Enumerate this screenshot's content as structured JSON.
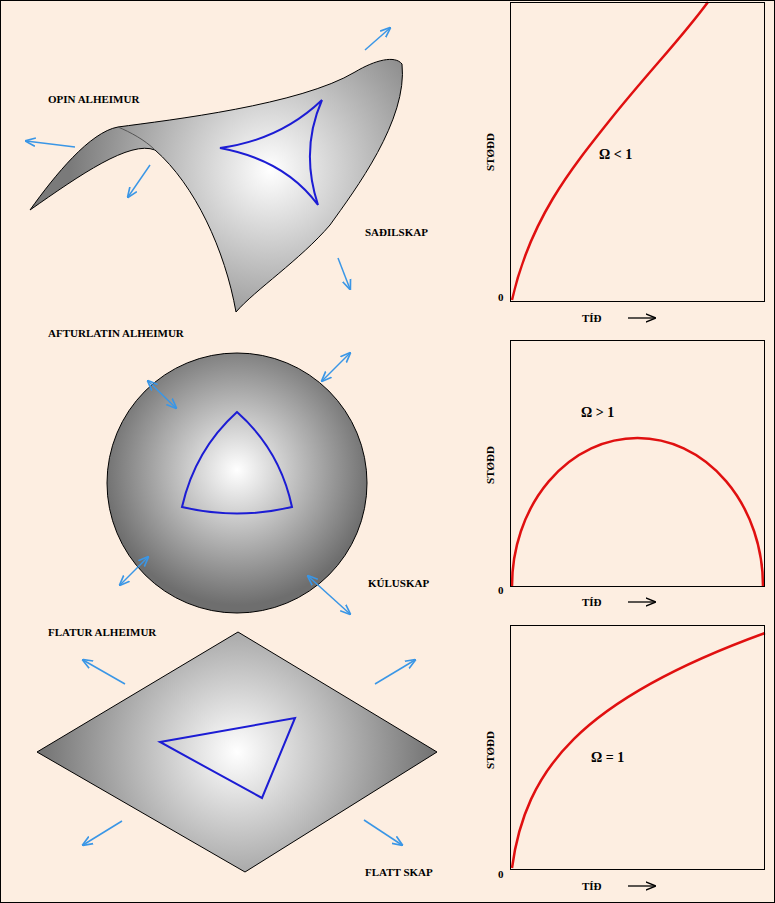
{
  "diagram": {
    "nodes": [
      {
        "text": [
          "Ω < 1"
        ]
      },
      {
        "text": [
          "Ω > 1"
        ]
      },
      {
        "text": [
          "Ω = 1"
        ]
      }
    ],
    "labels": [
      "OPIN ALHEIMUR",
      "SAÐILSKAP",
      "STØÐD",
      "TÍÐ",
      "0",
      "AFTURLATIN ALHEIMUR",
      "KÚLUSKAP",
      "STØÐD",
      "TÍÐ",
      "0",
      "FLATUR ALHEIMUR",
      "FLATT SKAP",
      "STØÐD",
      "TÍÐ",
      "0"
    ]
  }
}
